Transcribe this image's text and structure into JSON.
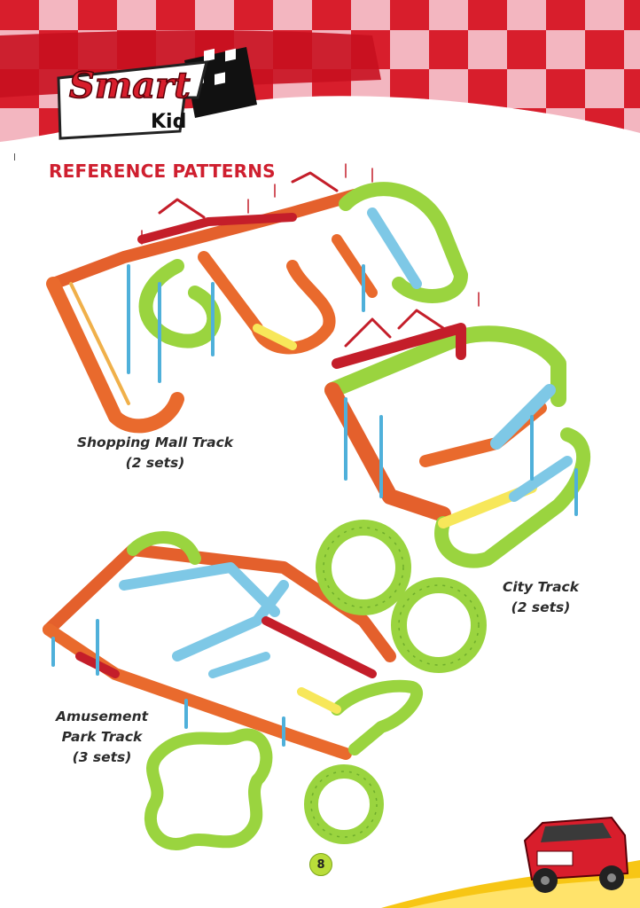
{
  "brand": {
    "name_line1": "Smart",
    "name_line2": "Kid",
    "colors": {
      "red": "#d81e2c",
      "pink": "#f3b6c0",
      "green": "#9ad43f",
      "lightgreen": "#c7ec6a"
    }
  },
  "section": {
    "title": "REFERENCE PATTERNS"
  },
  "tracks": [
    {
      "id": "shopping",
      "line1": "Shopping Mall Track",
      "line2": "(2 sets)"
    },
    {
      "id": "city",
      "line1": "City Track",
      "line2": "(2 sets)"
    },
    {
      "id": "amusement",
      "line1": "Amusement",
      "line2": "Park Track",
      "line3": "(3 sets)"
    }
  ],
  "page": {
    "number": "8"
  },
  "icons": [
    "checkered-flag-icon",
    "toy-car-icon",
    "track-flag-icon"
  ]
}
